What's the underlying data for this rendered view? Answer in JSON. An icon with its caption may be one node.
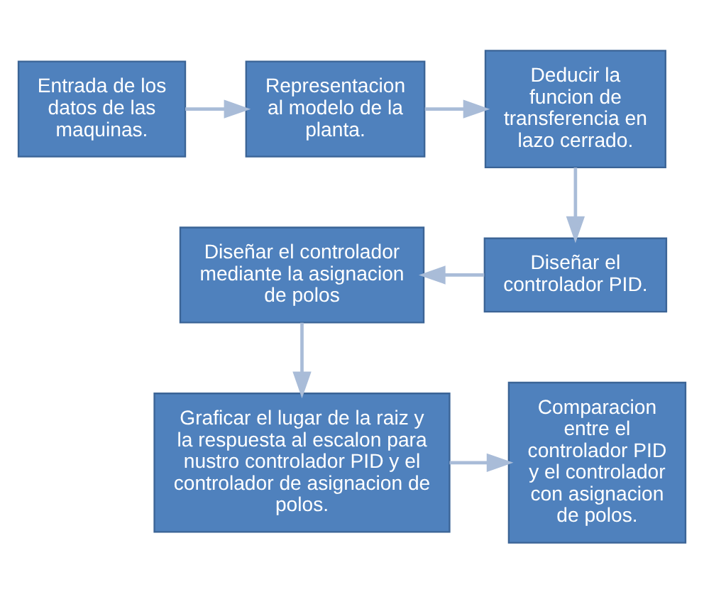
{
  "diagram": {
    "nodes": [
      {
        "text": [
          "Entrada de los datos de las maquinas."
        ]
      },
      {
        "text": [
          "Representacion al modelo de la planta."
        ]
      },
      {
        "text": [
          "Deducir la funcion de transferencia en lazo cerrado."
        ]
      },
      {
        "text": [
          "Diseñar el controlador PID."
        ]
      },
      {
        "text": [
          "Diseñar el controlador mediante la asignacion de polos"
        ]
      },
      {
        "text": [
          "Graficar el lugar de la raiz y la respuesta al escalon para nustro controlador PID y el controlador de asignacion de polos."
        ]
      },
      {
        "text": [
          "Comparacion entre el controlador PID y el controlador con asignacion de polos."
        ]
      }
    ],
    "edges": [
      {
        "from": 0,
        "to": 1,
        "arrow": "to"
      },
      {
        "from": 1,
        "to": 2,
        "arrow": "to"
      },
      {
        "from": 2,
        "to": 3,
        "arrow": "to"
      },
      {
        "from": 3,
        "to": 4,
        "arrow": "to"
      },
      {
        "from": 4,
        "to": 5,
        "arrow": "to"
      },
      {
        "from": 5,
        "to": 6,
        "arrow": "to"
      }
    ]
  }
}
